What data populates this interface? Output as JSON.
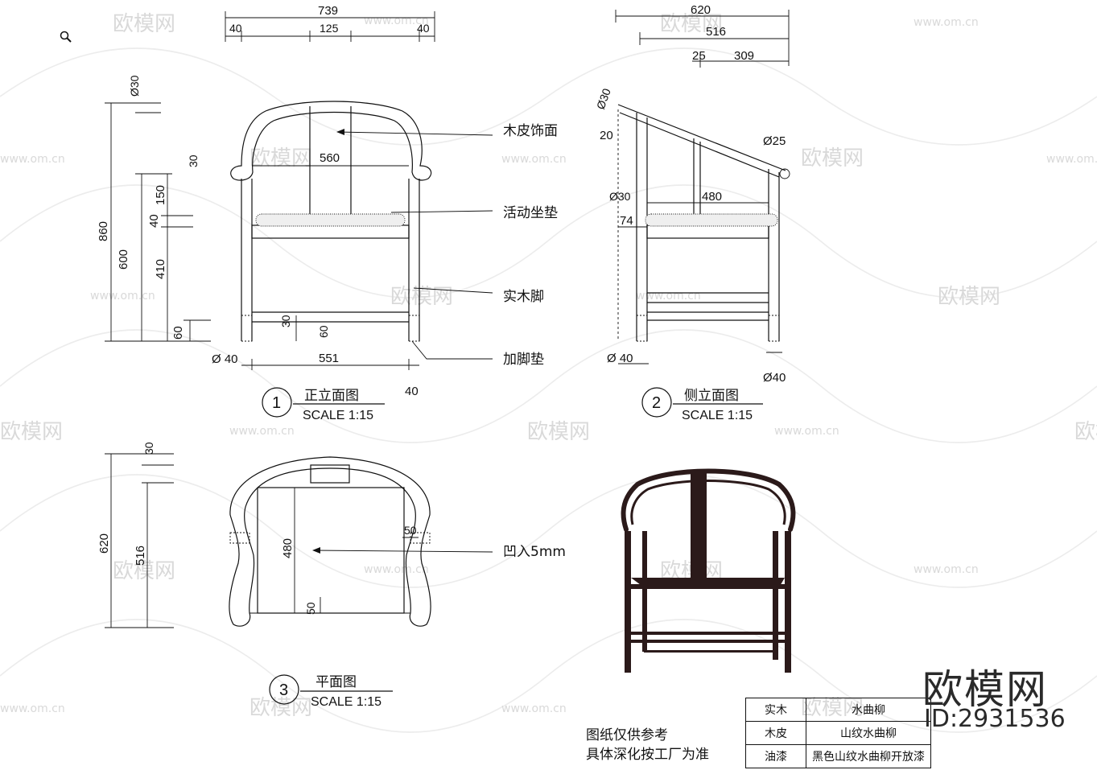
{
  "watermark": {
    "brand": "欧模网",
    "domain": "www.om.cn"
  },
  "views": {
    "front": {
      "number": "1",
      "title": "正立面图",
      "scale": "SCALE 1:15"
    },
    "side": {
      "number": "2",
      "title": "侧立面图",
      "scale": "SCALE 1:15"
    },
    "plan": {
      "number": "3",
      "title": "平面图",
      "scale": "SCALE 1:15"
    }
  },
  "callouts": {
    "veneer": "木皮饰面",
    "cushion": "活动坐垫",
    "leg": "实木脚",
    "foot_pad": "加脚垫",
    "recess": "凹入5mm"
  },
  "dimensions": {
    "front": {
      "top_total": "739",
      "top_left": "40",
      "top_mid": "125",
      "top_right": "40",
      "seat_width": "560",
      "bottom_width": "551",
      "bottom_right": "40",
      "leg_dia": "Ø 40",
      "height_total": "860",
      "height_600": "600",
      "d150": "150",
      "d40": "40",
      "d410": "410",
      "d60": "60",
      "arm_dia": "Ø30",
      "arm_30": "30",
      "stretch_30": "30",
      "stretch_60": "60"
    },
    "side": {
      "top_total": "620",
      "top_516": "516",
      "top_25": "25",
      "top_309": "309",
      "back_dia": "Ø30",
      "d20": "20",
      "arm_dia": "Ø25",
      "seat_depth": "480",
      "seat_dia": "Ø30",
      "d74": "74",
      "leg_left": "Ø 40",
      "leg_right": "Ø40"
    },
    "plan": {
      "depth_total": "620",
      "depth_516": "516",
      "d30": "30",
      "inner_480": "480",
      "d50_right": "50",
      "d50_bottom": "50"
    }
  },
  "materials": [
    {
      "item": "实木",
      "spec": "水曲柳"
    },
    {
      "item": "木皮",
      "spec": "山纹水曲柳"
    },
    {
      "item": "油漆",
      "spec": "黑色山纹水曲柳开放漆"
    }
  ],
  "note": {
    "line1": "图纸仅供参考",
    "line2": "具体深化按工厂为准"
  },
  "brand": {
    "logo": "欧模网",
    "id": "ID:2931536"
  }
}
